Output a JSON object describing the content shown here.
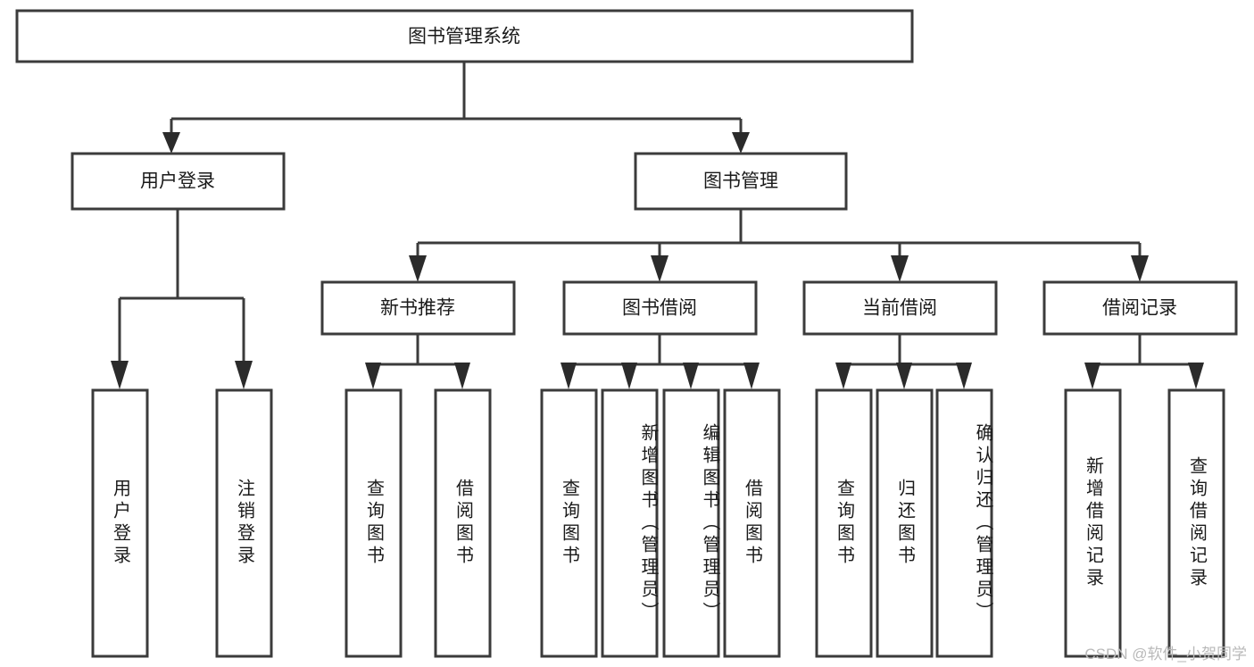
{
  "diagram": {
    "type": "tree-hierarchy-chart",
    "title": "图书管理系统",
    "watermark": "CSDN @软件_小贺同学",
    "colors": {
      "box_fill": "#ffffff",
      "box_stroke": "#3b3b3b",
      "connector": "#3b3b3b",
      "text": "#1a1a1a",
      "watermark": "#b9b9b9",
      "background": "#ffffff"
    },
    "root": {
      "label": "图书管理系统",
      "orientation": "horizontal"
    },
    "level2": [
      {
        "label": "用户登录",
        "orientation": "horizontal"
      },
      {
        "label": "图书管理",
        "orientation": "horizontal"
      }
    ],
    "level3": [
      {
        "label": "新书推荐",
        "orientation": "horizontal",
        "parent": "图书管理"
      },
      {
        "label": "图书借阅",
        "orientation": "horizontal",
        "parent": "图书管理"
      },
      {
        "label": "当前借阅",
        "orientation": "horizontal",
        "parent": "图书管理"
      },
      {
        "label": "借阅记录",
        "orientation": "horizontal",
        "parent": "图书管理"
      }
    ],
    "leaves": {
      "用户登录": [
        {
          "label": "用户登录",
          "orientation": "vertical"
        },
        {
          "label": "注销登录",
          "orientation": "vertical"
        }
      ],
      "新书推荐": [
        {
          "label": "查询图书",
          "orientation": "vertical"
        },
        {
          "label": "借阅图书",
          "orientation": "vertical"
        }
      ],
      "图书借阅": [
        {
          "label": "查询图书",
          "orientation": "vertical"
        },
        {
          "label": "新增图书（管理员）",
          "orientation": "vertical"
        },
        {
          "label": "编辑图书（管理员）",
          "orientation": "vertical"
        },
        {
          "label": "借阅图书",
          "orientation": "vertical"
        }
      ],
      "当前借阅": [
        {
          "label": "查询图书",
          "orientation": "vertical"
        },
        {
          "label": "归还图书",
          "orientation": "vertical"
        },
        {
          "label": "确认归还（管理员）",
          "orientation": "vertical"
        }
      ],
      "借阅记录": [
        {
          "label": "新增借阅记录",
          "orientation": "vertical"
        },
        {
          "label": "查询借阅记录",
          "orientation": "vertical"
        }
      ]
    }
  }
}
